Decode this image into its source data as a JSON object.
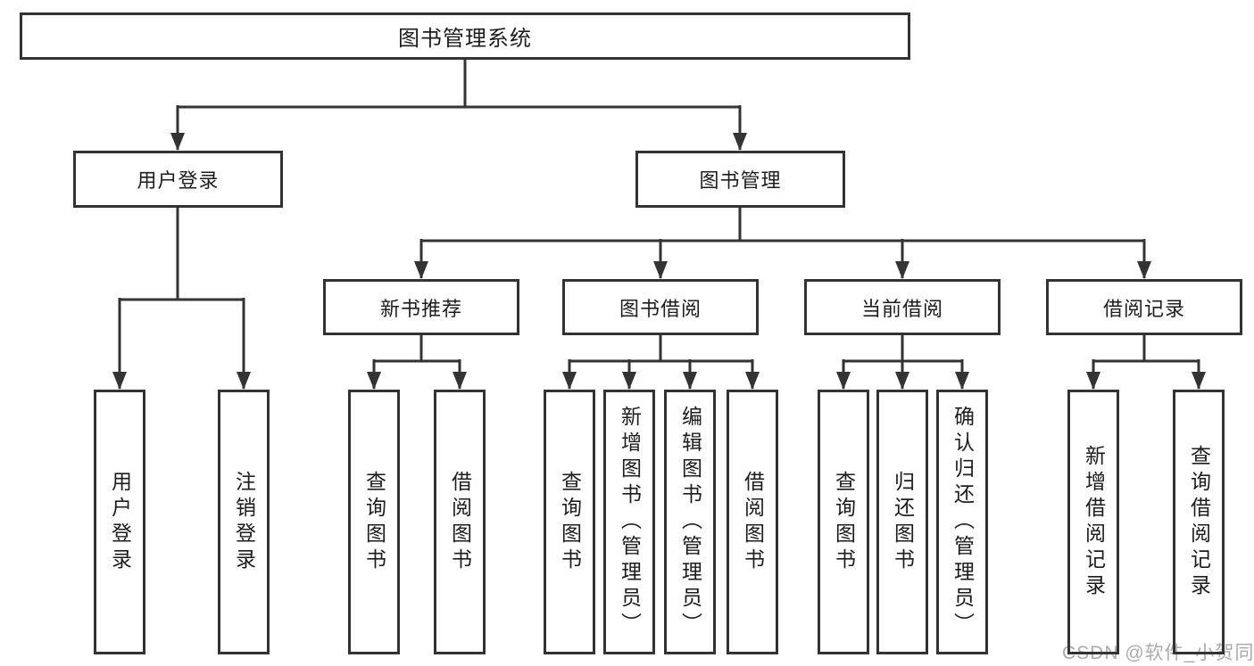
{
  "title": "图书管理系统",
  "watermark": "CSDN @软件_小贺同学",
  "colors": {
    "line": "#333333",
    "box_border": "#333333",
    "text": "#1d1d1d",
    "watermark": "#ababab",
    "background": "#ffffff"
  },
  "nodes": {
    "root": {
      "label": "图书管理系统"
    },
    "level2": [
      {
        "label": "用户登录"
      },
      {
        "label": "图书管理"
      }
    ],
    "level3": [
      {
        "label": "新书推荐",
        "parent": "图书管理"
      },
      {
        "label": "图书借阅",
        "parent": "图书管理"
      },
      {
        "label": "当前借阅",
        "parent": "图书管理"
      },
      {
        "label": "借阅记录",
        "parent": "图书管理"
      }
    ],
    "leaves": [
      {
        "label": "用户登录",
        "parent": "用户登录"
      },
      {
        "label": "注销登录",
        "parent": "用户登录"
      },
      {
        "label": "查询图书",
        "parent": "新书推荐"
      },
      {
        "label": "借阅图书",
        "parent": "新书推荐"
      },
      {
        "label": "查询图书",
        "parent": "图书借阅"
      },
      {
        "label": "新增图书（管理员）",
        "parent": "图书借阅"
      },
      {
        "label": "编辑图书（管理员）",
        "parent": "图书借阅"
      },
      {
        "label": "借阅图书",
        "parent": "图书借阅"
      },
      {
        "label": "查询图书",
        "parent": "当前借阅"
      },
      {
        "label": "归还图书",
        "parent": "当前借阅"
      },
      {
        "label": "确认归还（管理员）",
        "parent": "当前借阅"
      },
      {
        "label": "新增借阅记录",
        "parent": "借阅记录"
      },
      {
        "label": "查询借阅记录",
        "parent": "借阅记录"
      }
    ]
  }
}
